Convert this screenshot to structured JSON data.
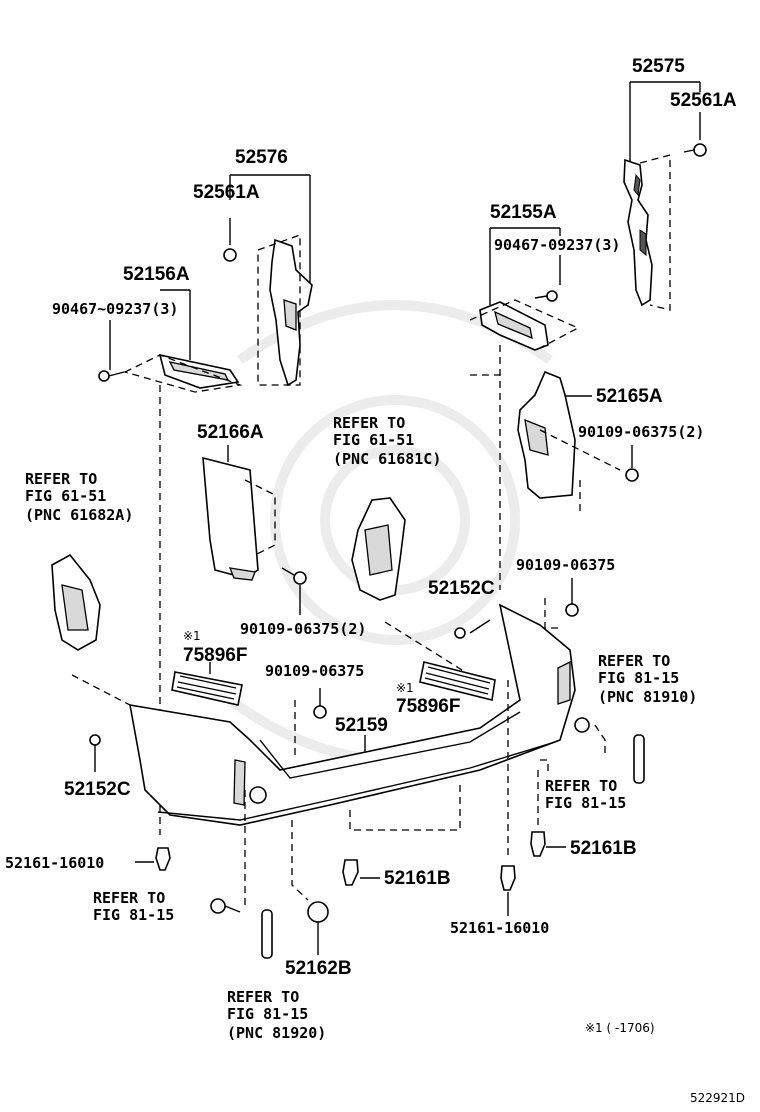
{
  "diagram_code": "522921D",
  "footnote": "※1 (      -1706)",
  "parts": {
    "p52575": "52575",
    "p52561A_top": "52561A",
    "p52576": "52576",
    "p52561A_left": "52561A",
    "p52155A": "52155A",
    "p90467_right": "90467-09237(3)",
    "p52156A": "52156A",
    "p90467_left": "90467~09237(3)",
    "p52165A": "52165A",
    "p90109_2_right": "90109-06375(2)",
    "p52166A": "52166A",
    "p90109_2_mid": "90109-06375(2)",
    "p90109_upper": "90109-06375",
    "p52152C_upper": "52152C",
    "p75896F_left_mark": "※1",
    "p75896F_left": "75896F",
    "p90109_lower": "90109-06375",
    "p75896F_right_mark": "※1",
    "p75896F_right": "75896F",
    "p52159": "52159",
    "p52152C_lower": "52152C",
    "p52161_16010_left": "52161-16010",
    "p52161B_mid": "52161B",
    "p52161B_right": "52161B",
    "p52161_16010_right": "52161-16010",
    "p52162B": "52162B"
  },
  "refs": {
    "ref_61_51_left": {
      "l1": "REFER TO",
      "l2": "FIG 61-51",
      "l3": "(PNC 61682A)"
    },
    "ref_61_51_mid": {
      "l1": "REFER TO",
      "l2": "FIG 61-51",
      "l3": "(PNC 61681C)"
    },
    "ref_81_15_right": {
      "l1": "REFER TO",
      "l2": "FIG 81-15",
      "l3": "(PNC 81910)"
    },
    "ref_81_15_right2": {
      "l1": "REFER TO",
      "l2": "FIG 81-15"
    },
    "ref_81_15_left": {
      "l1": "REFER TO",
      "l2": "FIG 81-15"
    },
    "ref_81_15_bottom": {
      "l1": "REFER TO",
      "l2": "FIG 81-15",
      "l3": "(PNC 81920)"
    }
  }
}
